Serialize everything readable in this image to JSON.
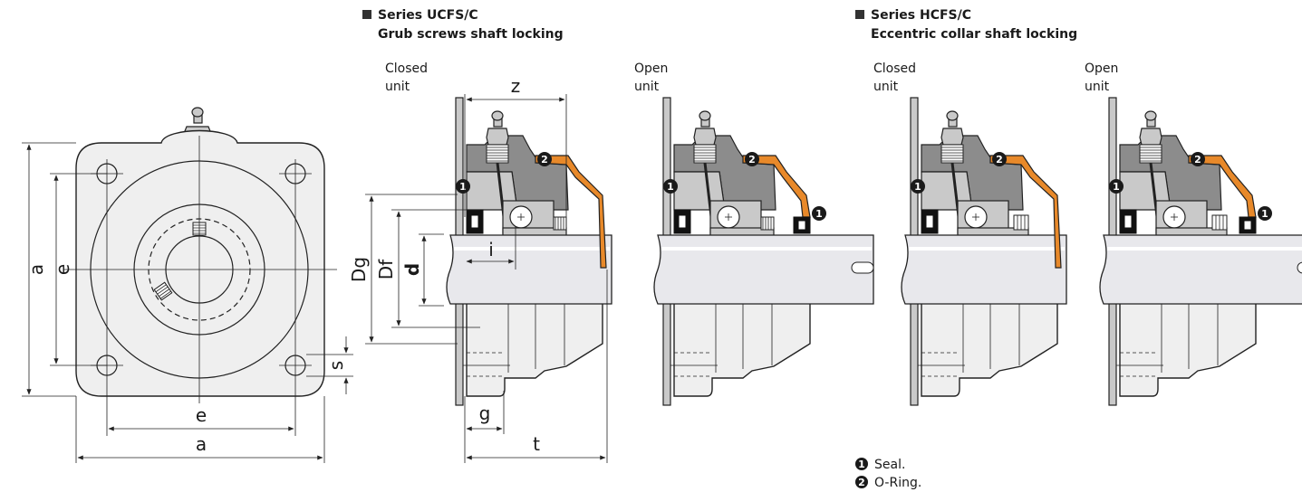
{
  "series": [
    {
      "title": "Series UCFS/C",
      "subtitle": "Grub screws shaft locking"
    },
    {
      "title": "Series HCFS/C",
      "subtitle": "Eccentric collar shaft locking"
    }
  ],
  "unit_labels": {
    "closed": [
      "Closed",
      "unit"
    ],
    "open": [
      "Open",
      "unit"
    ]
  },
  "dimensions": {
    "a": "a",
    "e": "e",
    "s": "s",
    "z": "z",
    "i": "i",
    "Dg": "Dg",
    "Df": "Df",
    "d": "d",
    "g": "g",
    "t": "t"
  },
  "callouts": {
    "seal_num": "1",
    "oring_num": "2"
  },
  "legend": [
    {
      "num": "1",
      "text": "Seal."
    },
    {
      "num": "2",
      "text": "O-Ring."
    }
  ],
  "colors": {
    "housing": "#efefef",
    "dark_gray": "#8c8c8c",
    "mid_gray": "#c9c9c9",
    "oring_cover": "#e8892a",
    "line": "#222222"
  }
}
